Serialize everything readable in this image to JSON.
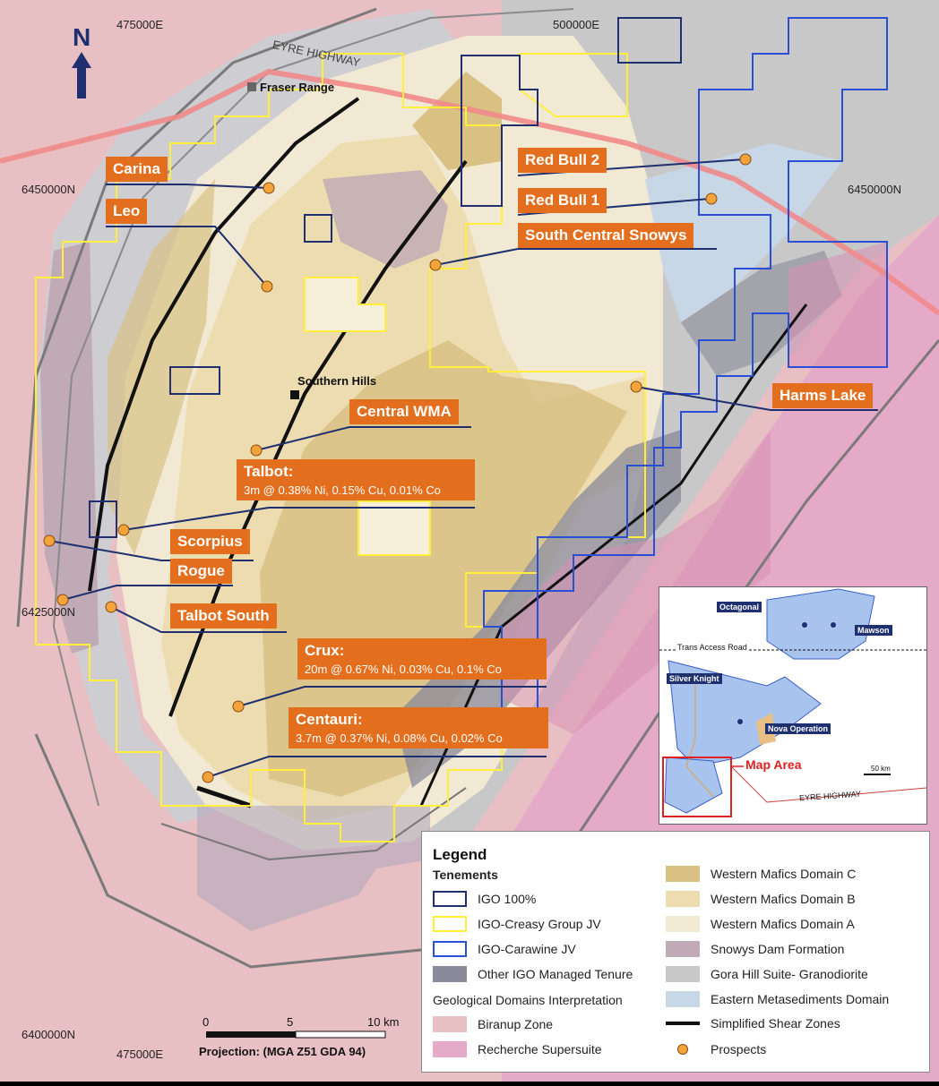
{
  "colors": {
    "biranup": "#e8c0c4",
    "recherche": "#e5aac8",
    "domain_c": "#d9c184",
    "domain_b": "#ecdcb0",
    "domain_a": "#f1e9d3",
    "snowys": "#bfaab5",
    "gora": "#c8c8c8",
    "eastern": "#c7d7e6",
    "other_igo": "#8a8a9a",
    "igo100": "#1f2f6f",
    "creasy": "#ffef3a",
    "carawine": "#2a4fd6",
    "label_bg": "#e36f1e",
    "prospect": "#f2a33a"
  },
  "north_arrow": {
    "label": "N"
  },
  "coords": {
    "top_left": "475000E",
    "top_right": "500000E",
    "bottom_left": "475000E",
    "left_upper": "6450000N",
    "right_upper": "6450000N",
    "left_middle": "6425000N",
    "left_lower": "6400000N"
  },
  "places": {
    "eyre_highway": "EYRE HIGHWAY",
    "fraser_range": "Fraser Range",
    "southern_hills": "Southern Hills"
  },
  "prospects": {
    "carina": "Carina",
    "leo": "Leo",
    "red_bull_2": "Red Bull 2",
    "red_bull_1": "Red Bull 1",
    "south_central_snowys": "South Central Snowys",
    "harms_lake": "Harms Lake",
    "central_wma": "Central WMA",
    "talbot": "Talbot:",
    "talbot_detail": "3m @ 0.38% Ni, 0.15% Cu, 0.01% Co",
    "scorpius": "Scorpius",
    "rogue": "Rogue",
    "talbot_south": "Talbot South",
    "crux": "Crux:",
    "crux_detail": "20m @ 0.67% Ni, 0.03% Cu, 0.1% Co",
    "centauri": "Centauri:",
    "centauri_detail": "3.7m @ 0.37% Ni, 0.08% Cu, 0.02% Co"
  },
  "scale": {
    "tick_0": "0",
    "tick_5": "5",
    "tick_10": "10 km",
    "projection": "Projection: (MGA Z51 GDA 94)"
  },
  "inset": {
    "octagonal": "Octagonal",
    "mawson": "Mawson",
    "trans_access_road": "Trans Access Road",
    "silver_knight": "Silver Knight",
    "nova_operation": "Nova Operation",
    "map_area": "Map Area",
    "scale_50km": "50 km",
    "eyre_highway": "EYRE HIGHWAY"
  },
  "legend": {
    "title": "Legend",
    "tenements_heading": "Tenements",
    "igo100": "IGO 100%",
    "creasy": "IGO-Creasy Group JV",
    "carawine": "IGO-Carawine JV",
    "other": "Other IGO Managed Tenure",
    "geo_heading": "Geological Domains Interpretation",
    "biranup": "Biranup Zone",
    "recherche": "Recherche Supersuite",
    "domain_c": "Western Mafics Domain C",
    "domain_b": "Western Mafics Domain B",
    "domain_a": "Western Mafics Domain A",
    "snowys": "Snowys Dam Formation",
    "gora": "Gora Hill Suite- Granodiorite",
    "eastern": "Eastern Metasediments Domain",
    "shear": "Simplified Shear Zones",
    "prospects": "Prospects"
  }
}
